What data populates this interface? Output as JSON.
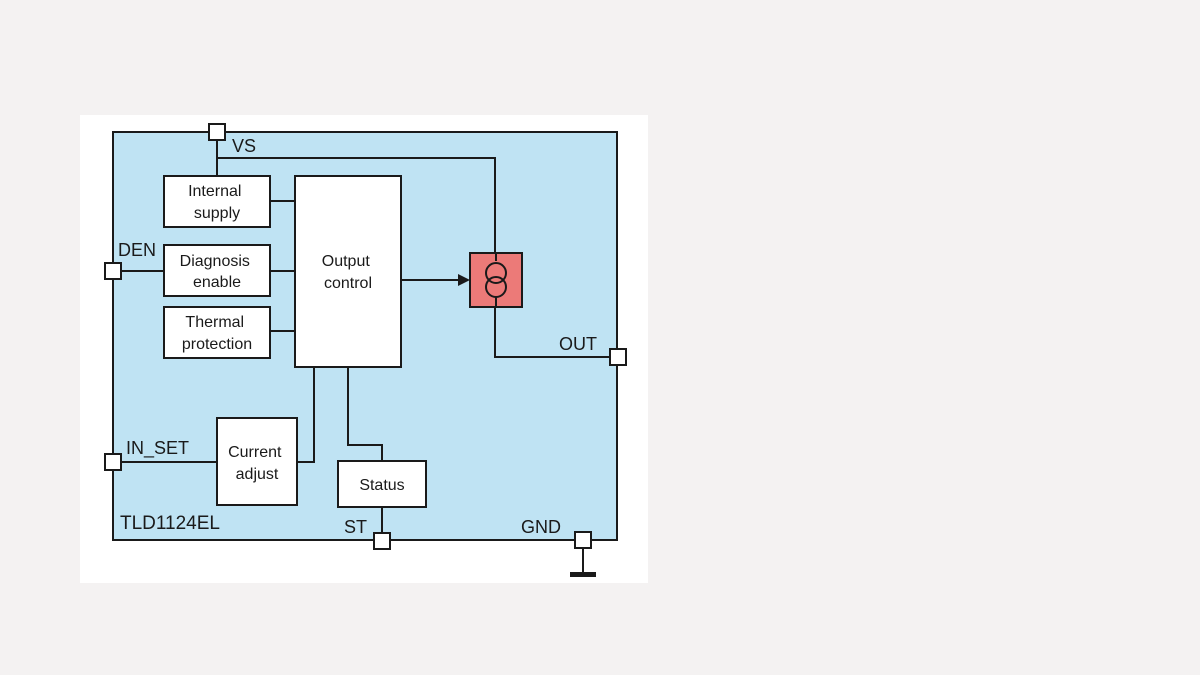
{
  "diagram": {
    "chip_name": "TLD1124EL",
    "pins": {
      "vs": "VS",
      "den": "DEN",
      "in_set": "IN_SET",
      "st": "ST",
      "gnd": "GND",
      "out": "OUT"
    },
    "blocks": {
      "internal_supply": [
        "Internal",
        "supply"
      ],
      "diagnosis_enable": [
        "Diagnosis",
        "enable"
      ],
      "thermal_protection": [
        "Thermal",
        "protection"
      ],
      "output_control": [
        "Output",
        "control"
      ],
      "current_adjust": [
        "Current",
        "adjust"
      ],
      "status": [
        "Status"
      ]
    },
    "colors": {
      "chip_fill": "#bfe3f3",
      "current_source_fill": "#ec7a78",
      "line": "#1a1a1a"
    }
  }
}
